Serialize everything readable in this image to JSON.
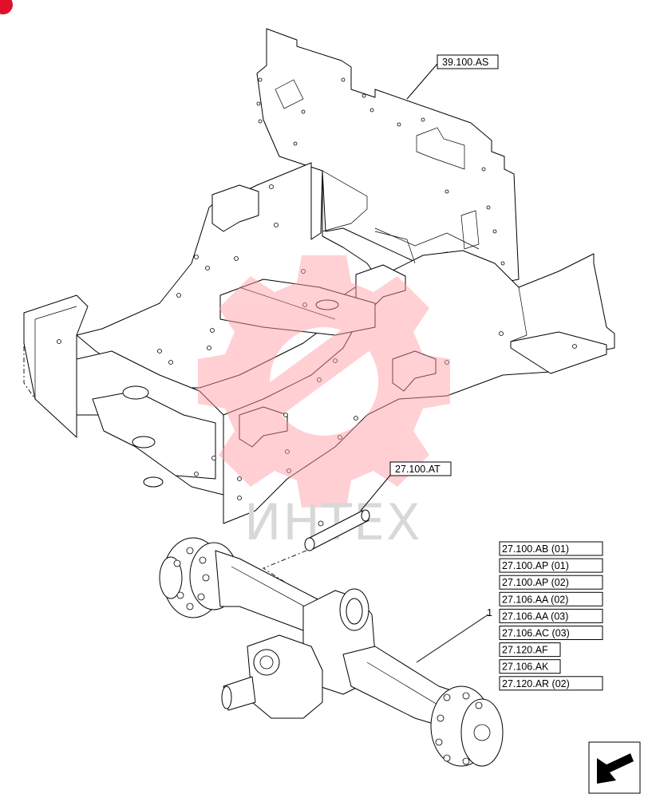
{
  "labels": {
    "top_ref": "39.100.AS",
    "mid_ref": "27.100.AT",
    "item_number": "1",
    "item_refs": [
      "27.100.AB (01)",
      "27.100.AP (01)",
      "27.100.AP (02)",
      "27.106.AA (02)",
      "27.106.AA (03)",
      "27.106.AC (03)",
      "27.120.AF",
      "27.106.AK",
      "27.120.AR (02)"
    ]
  },
  "watermark": {
    "text": "ИНТЕХ",
    "color": "#ff9aa3"
  },
  "icons": {
    "corner_badge": "corner-badge-icon",
    "nav_arrow": "next-page-arrow-icon"
  },
  "colors": {
    "line": "#000000",
    "badge": "#e0102a"
  }
}
